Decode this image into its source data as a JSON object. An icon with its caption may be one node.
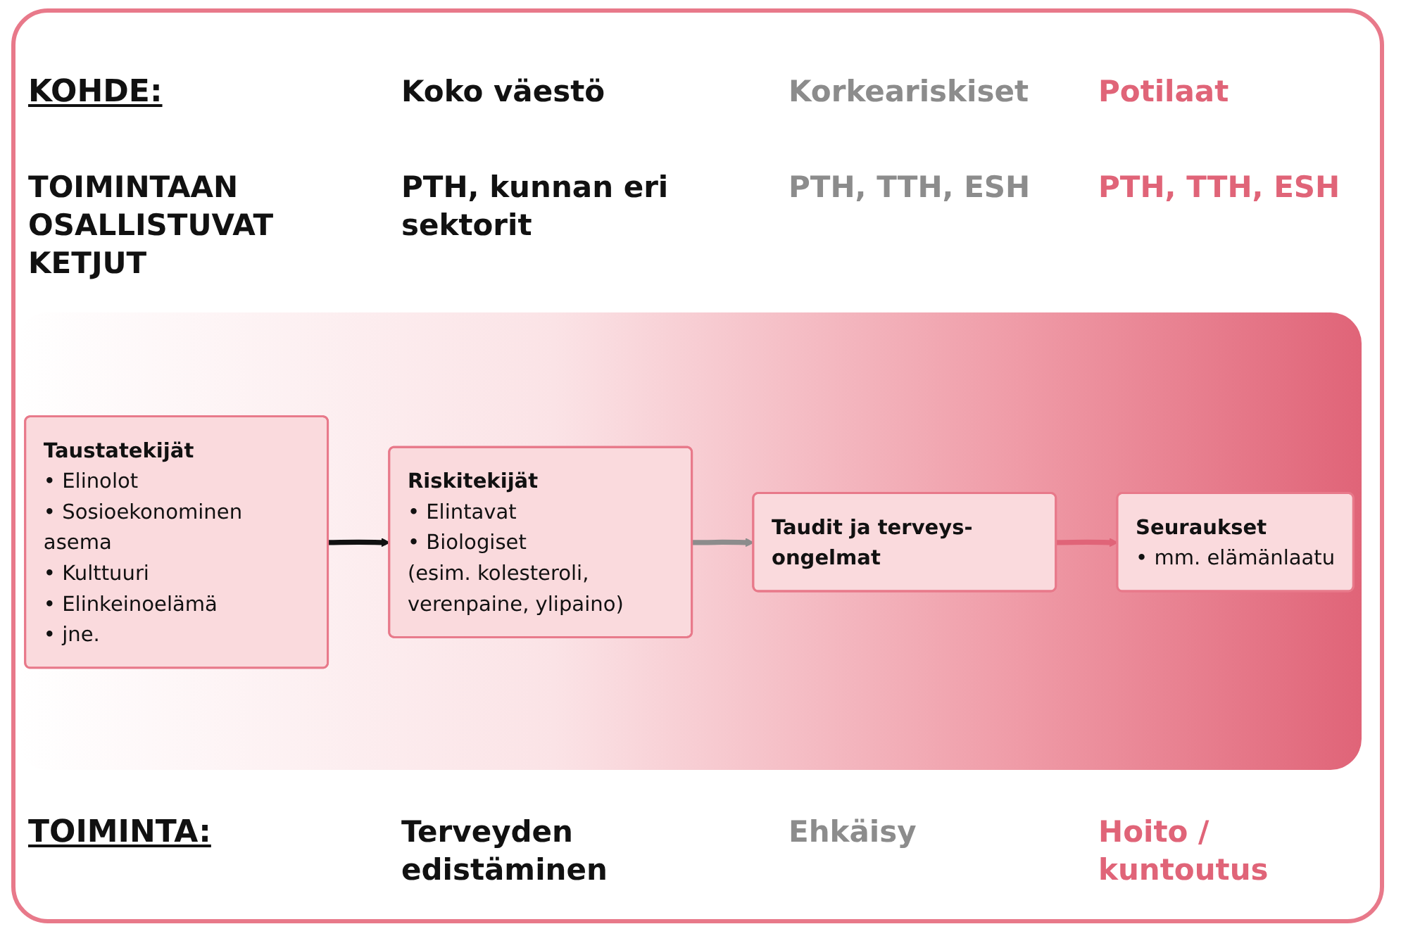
{
  "diagram": {
    "nodes": [
      {
        "text": [
          "Taustatekijät",
          "• Elinolot",
          "• Sosioekonominen asema",
          "• Kulttuuri",
          "• Elinkeinoelämä",
          "• jne."
        ]
      },
      {
        "text": [
          "Riskitekijät",
          "• Elintavat",
          "• Biologiset",
          "(esim. kolesteroli, verenpaine, ylipaino)"
        ]
      },
      {
        "text": [
          "Taudit ja terveys- ongelmat"
        ]
      },
      {
        "text": [
          "Seuraukset",
          "• mm. elämänlaatu"
        ]
      }
    ],
    "edges": [
      {
        "from": 0,
        "to": 1,
        "arrow": "to"
      },
      {
        "from": 1,
        "to": 2,
        "arrow": "to",
        "color": "#8c8c8c"
      },
      {
        "from": 2,
        "to": 3,
        "arrow": "to",
        "color": "#e06478"
      }
    ],
    "labels": [
      "KOHDE:",
      "Koko väestö",
      "Korkeariskiset",
      "Potilaat",
      "TOIMINTAAN OSALLISTUVAT KETJUT",
      "PTH, kunnan eri sektorit",
      "PTH, TTH, ESH",
      "PTH, TTH, ESH",
      "TOIMINTA:",
      "Terveyden edistäminen",
      "Ehkäisy",
      "Hoito / kuntoutus"
    ]
  }
}
